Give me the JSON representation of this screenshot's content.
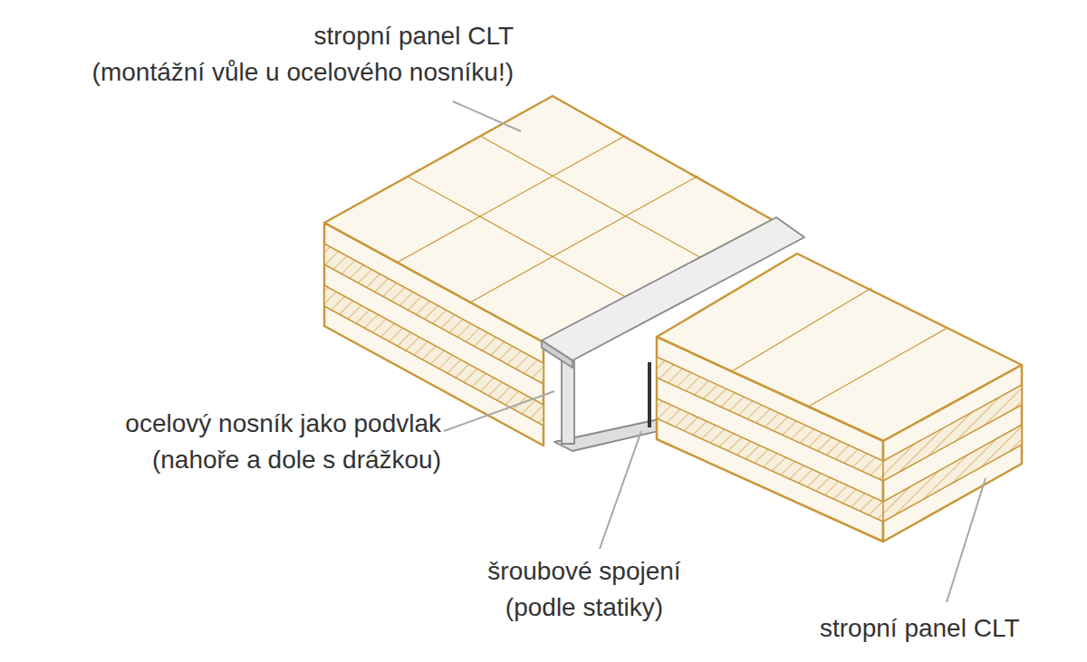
{
  "diagram": {
    "labels": [
      "stropní panel CLT",
      "(montážní vůle u ocelového nosníku!)",
      "ocelový nosník jako podvlak",
      "(nahoře a dole s drážkou)",
      "šroubové spojení",
      "(podle statiky)",
      "stropní panel CLT"
    ]
  }
}
